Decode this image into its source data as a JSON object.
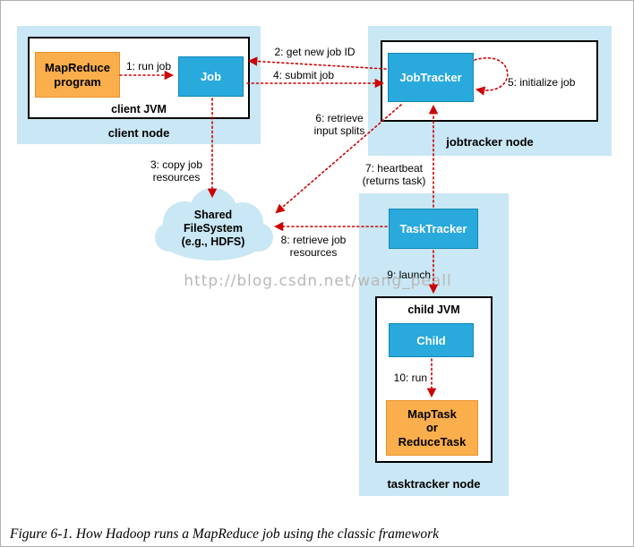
{
  "diagram": {
    "caption": "Figure 6-1. How Hadoop runs a MapReduce job using the classic framework",
    "watermark": "http://blog.csdn.net/wang_peall",
    "client": {
      "node_label": "client node",
      "jvm_label": "client JVM",
      "program_label": "MapReduce\nprogram",
      "job_label": "Job"
    },
    "jobtracker": {
      "node_label": "jobtracker node",
      "box_label": "JobTracker"
    },
    "tasktracker": {
      "node_label": "tasktracker node",
      "box_label": "TaskTracker",
      "child_jvm_label": "child JVM",
      "child_label": "Child",
      "task_label": "MapTask\nor\nReduceTask"
    },
    "filesystem": {
      "label": "Shared\nFileSystem\n(e.g., HDFS)"
    },
    "steps": {
      "s1": "1: run job",
      "s2": "2: get new job ID",
      "s3": "3: copy job\nresources",
      "s4": "4: submit job",
      "s5": "5: initialize job",
      "s6": "6: retrieve\ninput splits",
      "s7": "7: heartbeat\n(returns task)",
      "s8": "8: retrieve job\nresources",
      "s9": "9: launch",
      "s10": "10: run"
    },
    "colors": {
      "node_bg": "#c9e7f4",
      "box_blue": "#29a9dc",
      "box_orange": "#fbae4c",
      "arrow_red": "#cc0000"
    }
  }
}
